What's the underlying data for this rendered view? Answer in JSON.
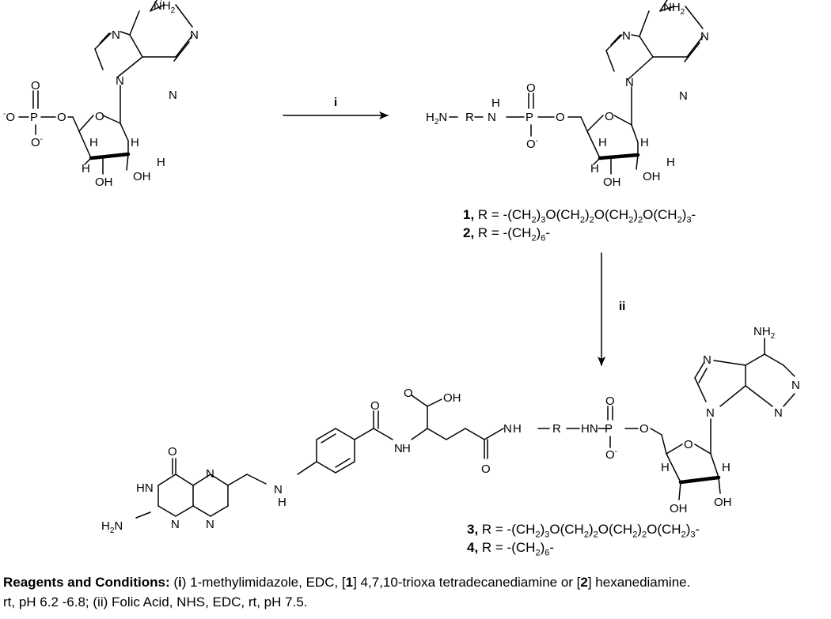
{
  "atoms": {
    "nh2": "NH2",
    "n": "N",
    "o": "O",
    "p": "P",
    "h": "H",
    "oh": "OH",
    "r": "R",
    "h2n": "H2N",
    "nh": "NH",
    "hn": "HN",
    "o_minus": "O-",
    "minus_o": "-O"
  },
  "arrows": {
    "step1": "i",
    "step2": "ii"
  },
  "compounds": {
    "c1": {
      "num": "1,",
      "text": " R = -(CH2)3O(CH2)2O(CH2)2O(CH2)3-"
    },
    "c2": {
      "num": "2,",
      "text": " R = -(CH2)6-"
    },
    "c3": {
      "num": "3,",
      "text": " R = -(CH2)3O(CH2)2O(CH2)2O(CH2)3-"
    },
    "c4": {
      "num": "4,",
      "text": " R = -(CH2)6-"
    }
  },
  "conditions": {
    "heading": "Reagents and Conditions:",
    "step_i_label": "i",
    "step_i_a": ") 1-methylimidazole, EDC, [",
    "ref1": "1",
    "step_i_b": "] 4,7,10-trioxa tetradecanediamine or [",
    "ref2": "2",
    "step_i_c": "] hexanediamine.",
    "line2": "rt, pH 6.2 -6.8; (ii) Folic Acid, NHS, EDC, rt, pH 7.5."
  }
}
